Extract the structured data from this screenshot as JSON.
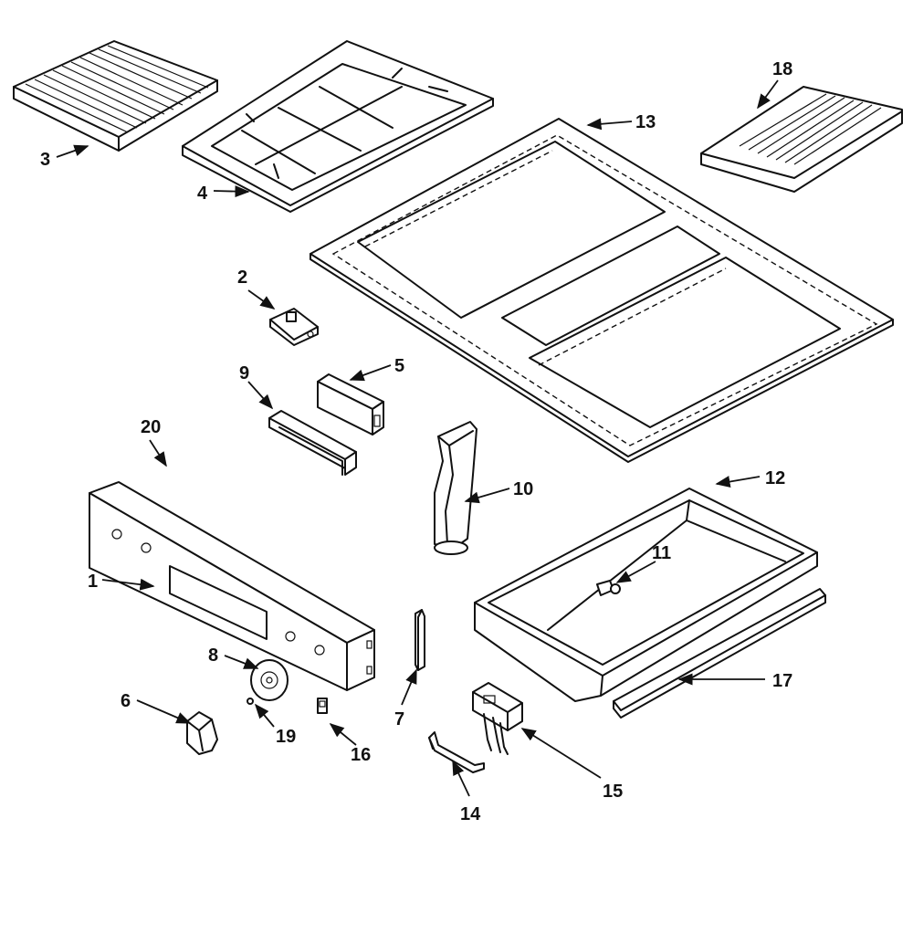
{
  "diagram": {
    "type": "exploded-parts-view",
    "callouts": [
      "1",
      "2",
      "3",
      "4",
      "5",
      "6",
      "7",
      "8",
      "9",
      "10",
      "11",
      "12",
      "13",
      "14",
      "15",
      "16",
      "17",
      "18",
      "19",
      "20"
    ]
  }
}
